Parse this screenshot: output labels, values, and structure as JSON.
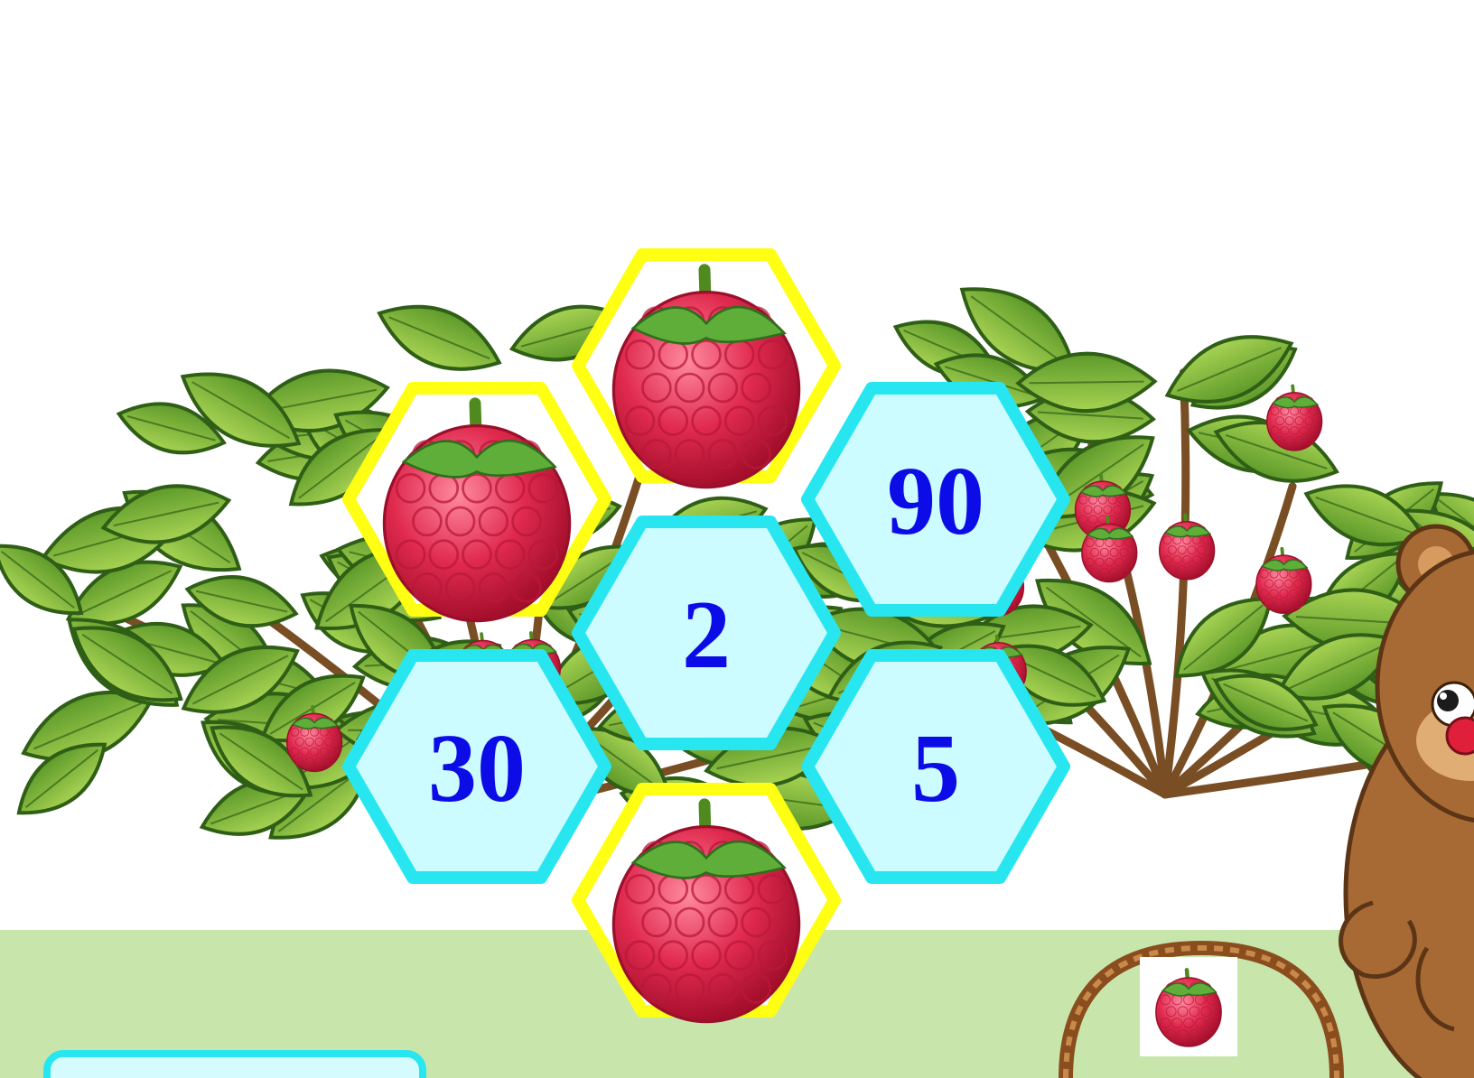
{
  "game": {
    "tiles": [
      {
        "id": "top",
        "kind": "berry"
      },
      {
        "id": "upper-left",
        "kind": "berry"
      },
      {
        "id": "upper-right",
        "kind": "number",
        "value": "90"
      },
      {
        "id": "center",
        "kind": "number",
        "value": "2"
      },
      {
        "id": "lower-left",
        "kind": "number",
        "value": "30"
      },
      {
        "id": "lower-right",
        "kind": "number",
        "value": "5"
      },
      {
        "id": "bottom",
        "kind": "berry"
      }
    ],
    "basket": {
      "berries": 1
    }
  },
  "colors": {
    "number_text": "#0c0ce6",
    "berry_tile_border": "#ffff14",
    "number_tile_border": "#28e6f0",
    "number_tile_fill": "#ccfcff",
    "ground": "#c8e6ac",
    "leaf": "#7fb83c",
    "raspberry": "#e02a4e",
    "bear_fur": "#a86a35"
  },
  "icons": [
    "raspberry-bush",
    "raspberry-icon",
    "basket-icon",
    "bear-character"
  ]
}
